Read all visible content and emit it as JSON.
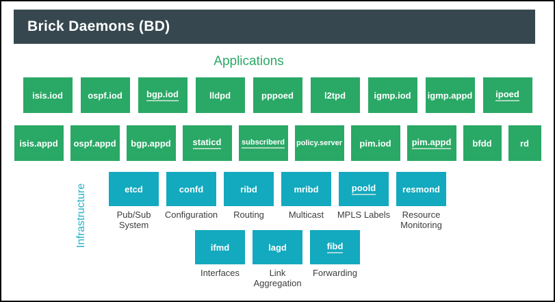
{
  "header": {
    "title": "Brick Daemons (BD)"
  },
  "applications": {
    "section_label": "Applications",
    "row1": [
      {
        "label": "isis.iod",
        "underlined": false
      },
      {
        "label": "ospf.iod",
        "underlined": false
      },
      {
        "label": "bgp.iod",
        "underlined": true
      },
      {
        "label": "lldpd",
        "underlined": false
      },
      {
        "label": "pppoed",
        "underlined": false
      },
      {
        "label": "l2tpd",
        "underlined": false
      },
      {
        "label": "igmp.iod",
        "underlined": false
      },
      {
        "label": "igmp.appd",
        "underlined": false
      },
      {
        "label": "ipoed",
        "underlined": true
      }
    ],
    "row2": [
      {
        "label": "isis.appd",
        "underlined": false
      },
      {
        "label": "ospf.appd",
        "underlined": false
      },
      {
        "label": "bgp.appd",
        "underlined": false
      },
      {
        "label": "staticd",
        "underlined": true
      },
      {
        "label": "subscriberd",
        "underlined": true
      },
      {
        "label": "policy.server",
        "underlined": false
      },
      {
        "label": "pim.iod",
        "underlined": false
      },
      {
        "label": "pim.appd",
        "underlined": true
      },
      {
        "label": "bfdd",
        "underlined": false
      },
      {
        "label": "rd",
        "underlined": false
      }
    ]
  },
  "infrastructure": {
    "section_label": "Infrastructure",
    "row1": [
      {
        "label": "etcd",
        "caption": "Pub/Sub System",
        "underlined": false
      },
      {
        "label": "confd",
        "caption": "Configuration",
        "underlined": false
      },
      {
        "label": "ribd",
        "caption": "Routing",
        "underlined": false
      },
      {
        "label": "mribd",
        "caption": "Multicast",
        "underlined": false
      },
      {
        "label": "poold",
        "caption": "MPLS Labels",
        "underlined": true
      },
      {
        "label": "resmond",
        "caption": "Resource Monitoring",
        "underlined": false
      }
    ],
    "row2": [
      {
        "label": "ifmd",
        "caption": "Interfaces",
        "underlined": false
      },
      {
        "label": "lagd",
        "caption": "Link Aggregation",
        "underlined": false
      },
      {
        "label": "fibd",
        "caption": "Forwarding",
        "underlined": true
      }
    ]
  },
  "colors": {
    "header_bg": "#36474f",
    "app_green": "#2aa866",
    "infra_teal": "#13a9be",
    "infra_label_teal": "#25b0c5",
    "underline": "#d9dccd"
  }
}
